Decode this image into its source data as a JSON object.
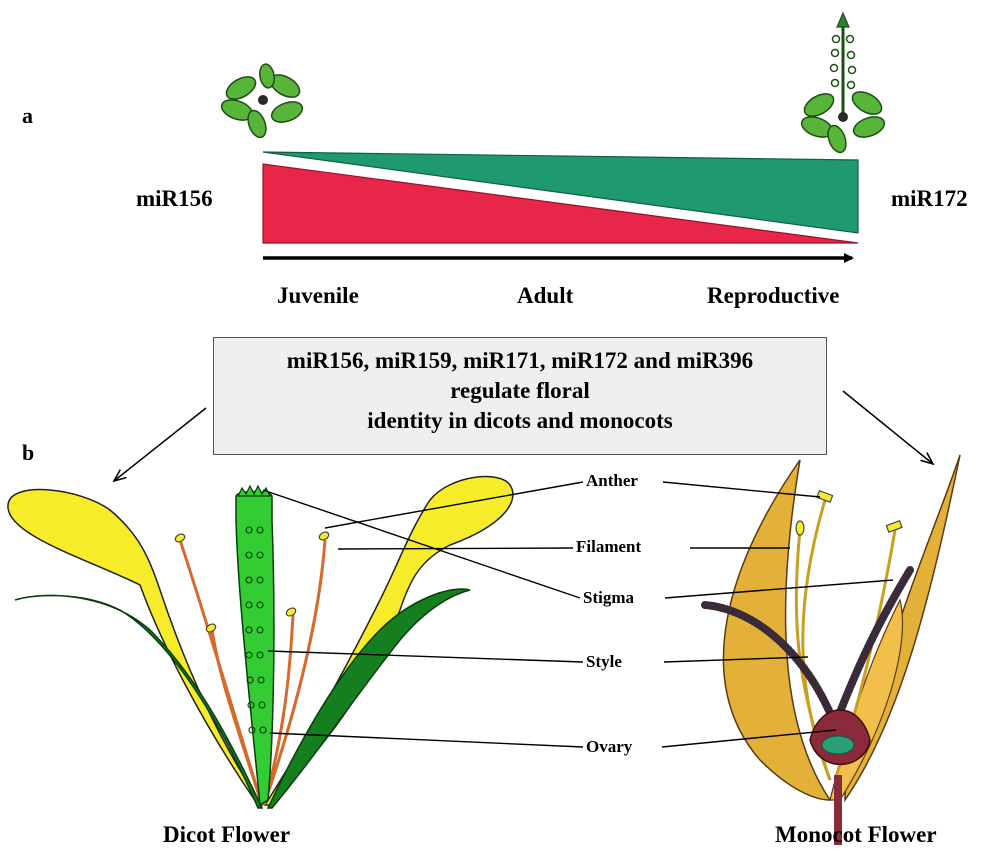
{
  "panel_a": {
    "letter": "a",
    "left_label": "miR156",
    "right_label": "miR172",
    "stages": [
      "Juvenile",
      "Adult",
      "Reproductive"
    ],
    "colors": {
      "mir156": "#e8264a",
      "mir172": "#1f9a6e"
    }
  },
  "panel_b": {
    "letter": "b",
    "box_lines": [
      "miR156, miR159, miR171, miR172 and miR396",
      "regulate  floral",
      "identity in dicots and monocots"
    ],
    "parts": [
      "Anther",
      "Filament",
      "Stigma",
      "Style",
      "Ovary"
    ],
    "dicot_caption": "Dicot Flower",
    "monocot_caption": "Monocot Flower",
    "colors": {
      "petal": "#f7ec2a",
      "sepal": "#157f1f",
      "pistil": "#33cc33",
      "stamen": "#e0783a",
      "glume": "#e3b03a",
      "ovary": "#2aa07a"
    }
  }
}
